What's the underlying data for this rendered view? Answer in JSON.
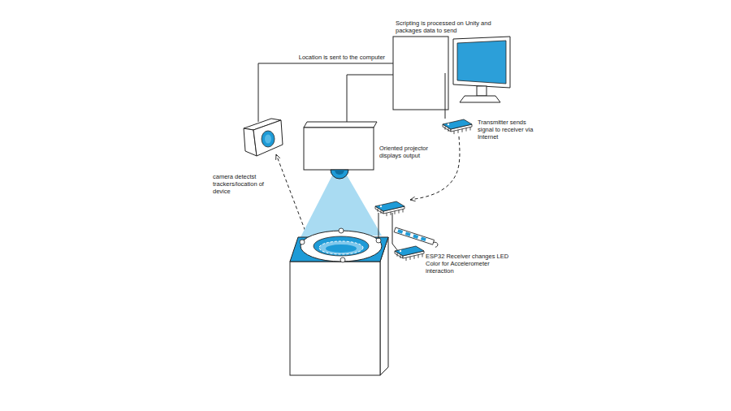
{
  "diagram": {
    "nodes": [
      {
        "text": [
          "Scripting is processed on Unity and packages data to send"
        ]
      },
      {
        "text": [
          "Transmitter sends signal to receiver via Internet"
        ]
      },
      {
        "text": [
          "Oriented projector displays output"
        ]
      },
      {
        "text": [
          "camera detectst trackers/location of device"
        ]
      },
      {
        "text": [
          "ESP32 Receiver changes LED Color for Accelerometer interaction"
        ]
      }
    ],
    "edges": [
      {
        "from": 3,
        "to": 0,
        "arrow": "none",
        "label": "Location is sent to the computer"
      },
      {
        "from": 0,
        "to": 2,
        "arrow": "none"
      },
      {
        "from": 0,
        "to": 1,
        "arrow": "none"
      },
      {
        "from": 1,
        "to": 4,
        "arrow": "to"
      }
    ]
  }
}
